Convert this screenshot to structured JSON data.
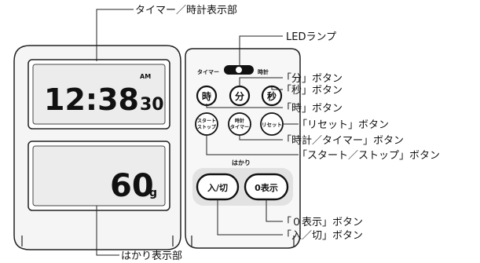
{
  "callouts": {
    "timer_clock_display": "タイマー／時計表示部",
    "led_lamp": "LEDランプ",
    "min_button": "「分」ボタン",
    "sec_button": "「秒」ボタン",
    "hour_button": "「時」ボタン",
    "reset_button": "「リセット」ボタン",
    "clock_timer_button": "「時計／タイマー」ボタン",
    "start_stop_button": "「スタート／ストップ」ボタン",
    "zero_button": "「０表示」ボタン",
    "power_button": "「入／切」ボタン",
    "scale_display": "はかり表示部"
  },
  "display": {
    "time": "12:38",
    "seconds": "30",
    "ampm": "AM",
    "weight": "60",
    "unit": "g"
  },
  "panel": {
    "mode_left": "タイマー",
    "mode_right": "時計",
    "hour": "時",
    "minute": "分",
    "second": "秒",
    "start_line1": "スタート",
    "start_line2": "ストップ",
    "clock_line1": "時計",
    "clock_line2": "タイマー",
    "reset": "リセット",
    "scale_label": "はかり",
    "power": "入/切",
    "zero": "0表示"
  }
}
